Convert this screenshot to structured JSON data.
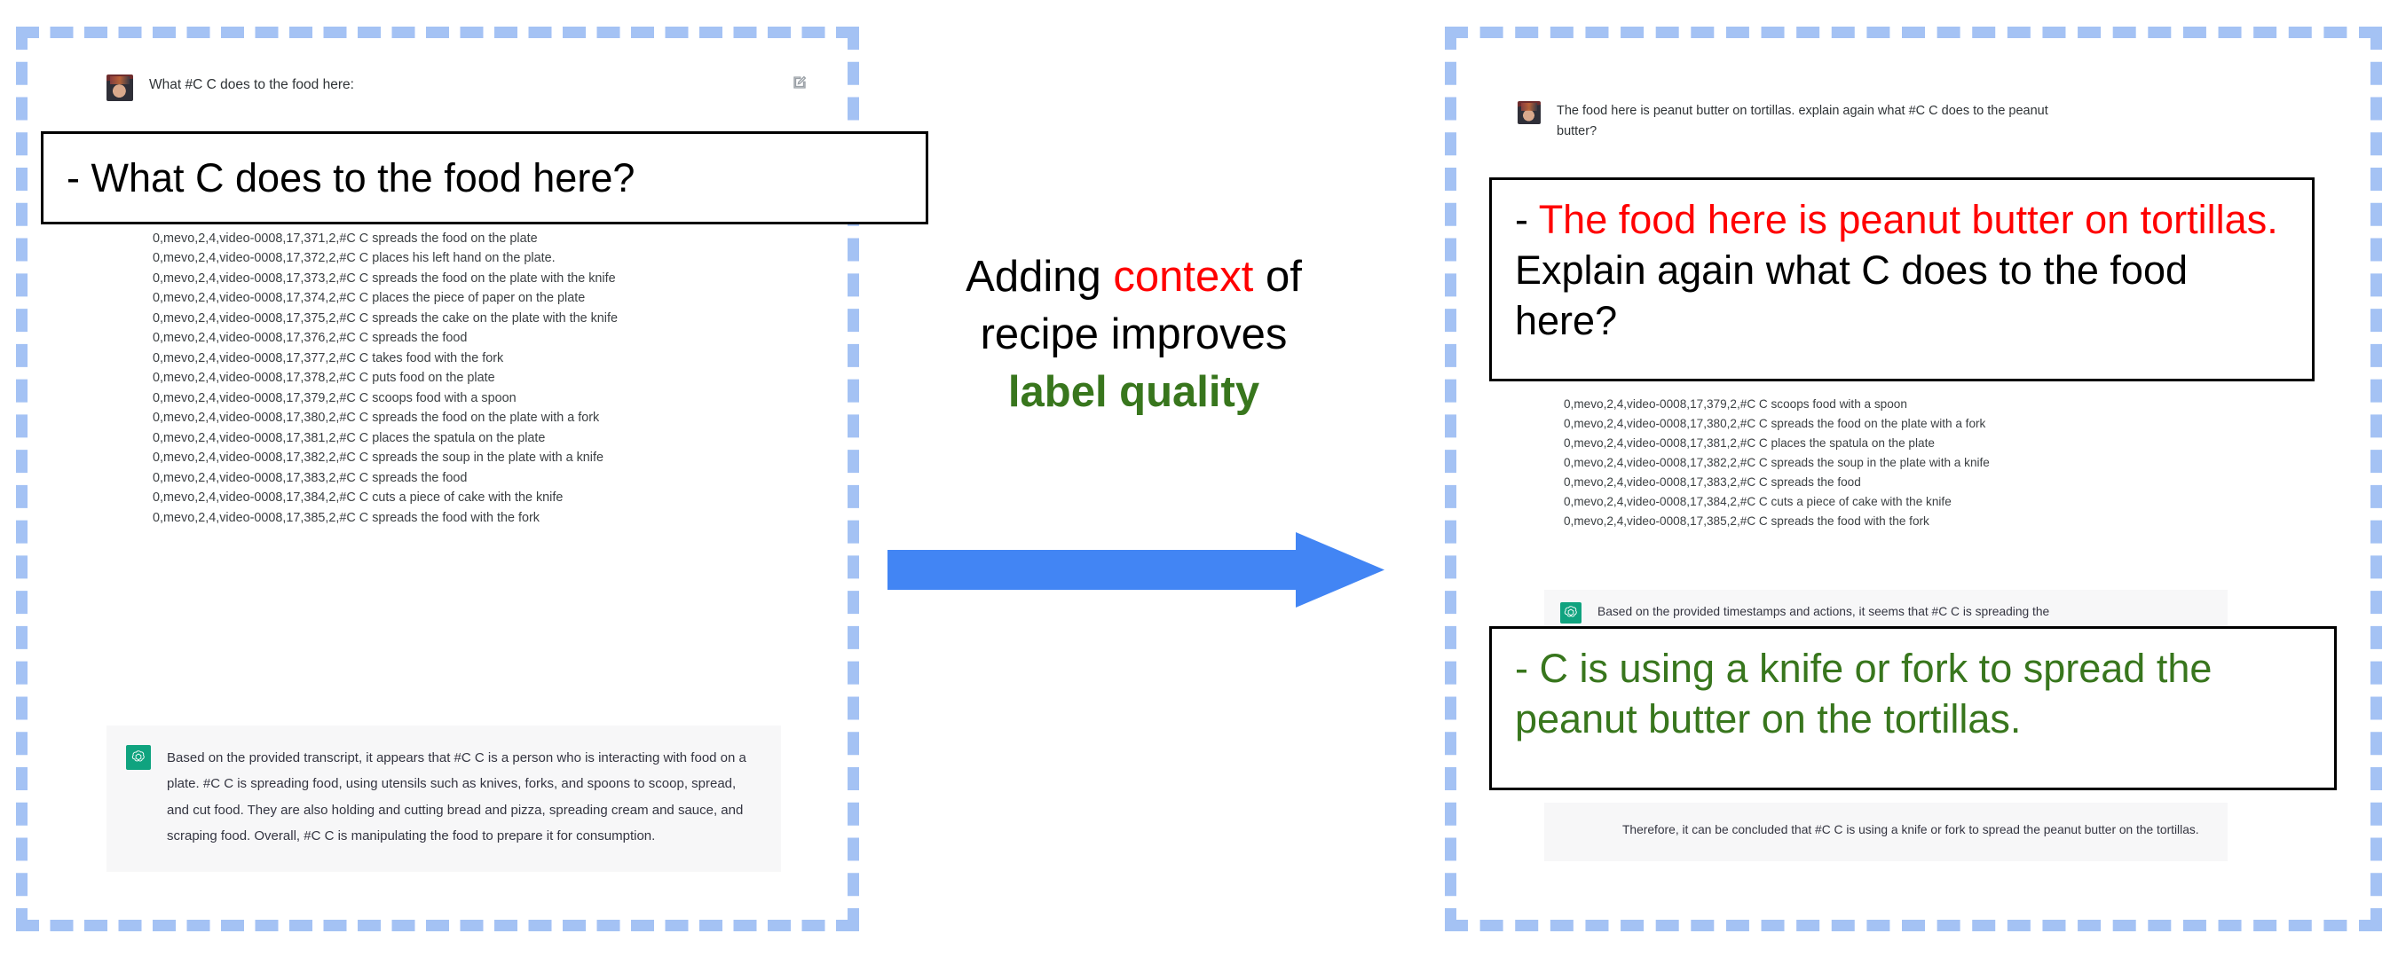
{
  "slide": {
    "center_message": {
      "line1_prefix": "Adding ",
      "line1_highlight": "context",
      "line1_suffix": " of",
      "line2": "recipe improves",
      "line3": "label quality",
      "highlight_color": "#ff0000",
      "emphasis_color": "#38761d"
    },
    "arrow": {
      "name": "right-arrow",
      "color": "#4285f4"
    },
    "frame_color": "#a4c2f4"
  },
  "left_panel": {
    "user_message": "What #C C does to the food here:",
    "edit_icon": "edit-icon",
    "callout": {
      "text": "- What C does to the food here?",
      "color": "#000000"
    },
    "transcript": [
      "0,mevo,2,4,video-0008,17,371,2,#C C spreads the food on the plate",
      "0,mevo,2,4,video-0008,17,372,2,#C C places his left hand on the plate.",
      "0,mevo,2,4,video-0008,17,373,2,#C C spreads the food on the plate with the knife",
      "0,mevo,2,4,video-0008,17,374,2,#C C places the piece of paper on the plate",
      "0,mevo,2,4,video-0008,17,375,2,#C C spreads the cake on the plate with the knife",
      "0,mevo,2,4,video-0008,17,376,2,#C C spreads the food",
      "0,mevo,2,4,video-0008,17,377,2,#C C takes food with the fork",
      "0,mevo,2,4,video-0008,17,378,2,#C C puts food on the plate",
      "0,mevo,2,4,video-0008,17,379,2,#C C scoops food with a spoon",
      "0,mevo,2,4,video-0008,17,380,2,#C C spreads the food on the plate with a fork",
      "0,mevo,2,4,video-0008,17,381,2,#C C places the spatula on the plate",
      "0,mevo,2,4,video-0008,17,382,2,#C C spreads the soup in the plate with a knife",
      "0,mevo,2,4,video-0008,17,383,2,#C C spreads the food",
      "0,mevo,2,4,video-0008,17,384,2,#C C cuts a piece of cake with the knife",
      "0,mevo,2,4,video-0008,17,385,2,#C C spreads the food with the fork"
    ],
    "assistant_response": "Based on the provided transcript, it appears that #C C is a person who is interacting with food on a plate. #C C is spreading food, using utensils such as knives, forks, and spoons to scoop, spread, and cut food. They are also holding and cutting bread and pizza, spreading cream and sauce, and scraping food. Overall, #C C is manipulating the food to prepare it for consumption."
  },
  "right_panel": {
    "user_message": "The food here is peanut butter on tortillas. explain again what #C C does to the peanut butter?",
    "callout_question": {
      "dash": "- ",
      "red_part": "The food here is peanut butter on tortillas.",
      "black_part": " Explain again what C does to the food here?",
      "red_color": "#ff0000"
    },
    "transcript": [
      "0,mevo,2,4,video-0008,17,379,2,#C C scoops food with a spoon",
      "0,mevo,2,4,video-0008,17,380,2,#C C spreads the food on the plate with a fork",
      "0,mevo,2,4,video-0008,17,381,2,#C C places the spatula on the plate",
      "0,mevo,2,4,video-0008,17,382,2,#C C spreads the soup in the plate with a knife",
      "0,mevo,2,4,video-0008,17,383,2,#C C spreads the food",
      "0,mevo,2,4,video-0008,17,384,2,#C C cuts a piece of cake with the knife",
      "0,mevo,2,4,video-0008,17,385,2,#C C spreads the food with the fork"
    ],
    "assistant_response_top": "Based on the provided timestamps and actions, it seems that #C C is spreading the",
    "callout_answer": {
      "text": "- C is using a knife or fork to spread the peanut butter on the tortillas.",
      "color": "#38761d"
    },
    "assistant_response_bottom": "Therefore, it can be concluded that #C C is using a knife or fork to spread the peanut butter on the tortillas."
  }
}
